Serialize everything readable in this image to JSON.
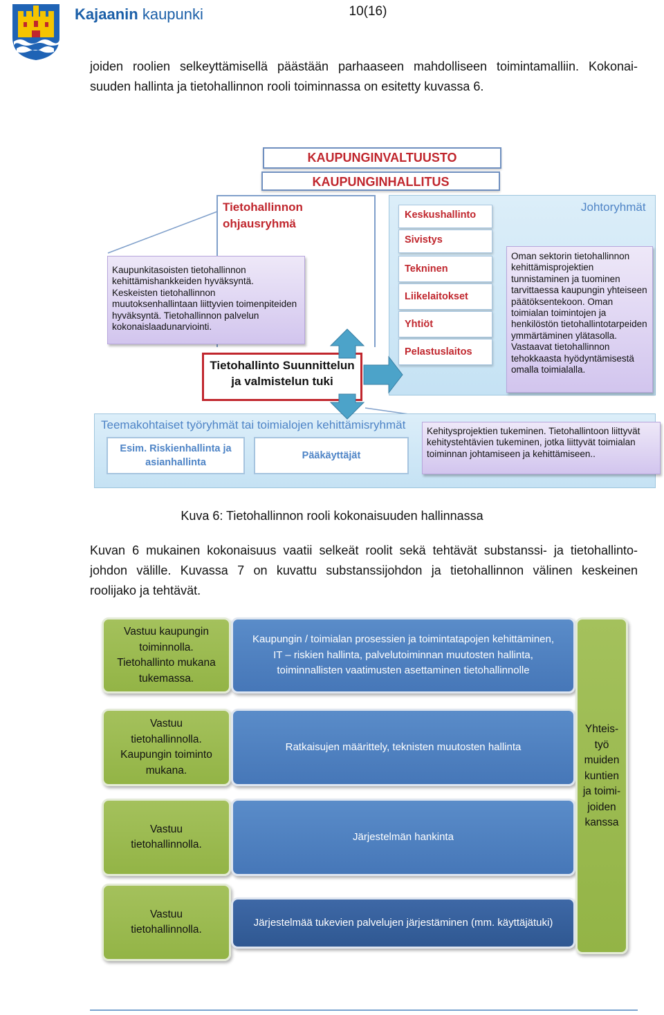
{
  "header": {
    "brand_bold": "Kajaanin",
    "brand_light": "kaupunki",
    "page_number": "10(16)"
  },
  "intro": {
    "line1": "joiden roolien selkeyttämisellä päästään parhaaseen mahdolliseen toimintamalliin. Kokonai-",
    "line2": "suuden hallinta ja tietohallinnon rooli toiminnassa on esitetty kuvassa 6."
  },
  "figure6": {
    "council": "KAUPUNGINVALTUUSTO",
    "board": "KAUPUNGINHALLITUS",
    "steering_group": "Tietohallinnon ohjausryhmä",
    "management_groups": "Johtoryhmät",
    "sectors": [
      "Keskushallinto",
      "Sivistys",
      "Tekninen",
      "Liikelaitokset",
      "Yhtiöt",
      "Pelastuslaitos"
    ],
    "steering_desc": "Kaupunkitasoisten tietohallinnon kehittämishankkeiden hyväksyntä. Keskeisten tietohallinnon muutoksenhallintaan liittyvien toimenpiteiden hyväksyntä. Tietohallinnon palvelun kokonaislaadunarviointi.",
    "sector_desc": "Oman sektorin tietohallinnon kehittämisprojektien tunnistaminen ja tuominen tarvittaessa kaupungin yhteiseen päätöksentekoon. Oman toimialan toimintojen ja henkilöstön tietohallintotarpeiden ymmärtäminen ylätasolla. Vastaavat tietohallinnon tehokkaasta hyödyntämisestä omalla toimialalla.",
    "it_support": "Tietohallinto Suunnittelun ja valmistelun tuki",
    "theme_groups": "Teemakohtaiset työryhmät tai toimialojen kehittämisryhmät",
    "example_group": "Esim. Riskienhallinta ja asianhallinta",
    "key_users": "Pääkäyttäjät",
    "project_desc": "Kehitysprojektien tukeminen. Tietohallintoon liittyvät kehitystehtävien tukeminen, jotka liittyvät toimialan toiminnan johtamiseen ja kehittämiseen.."
  },
  "caption6": "Kuva 6: Tietohallinnon rooli kokonaisuuden hallinnassa",
  "para2": {
    "line1": "Kuvan 6 mukainen kokonaisuus vaatii selkeät roolit sekä tehtävät substanssi- ja tietohallinto-",
    "line2": "johdon välille. Kuvassa 7 on kuvattu substanssijohdon ja tietohallinnon välinen keskeinen",
    "line3": "roolijako ja tehtävät."
  },
  "figure7": {
    "rows": [
      {
        "responsibility": "Vastuu kaupungin toiminnolla. Tietohallinto mukana tukemassa.",
        "task": "Kaupungin / toimialan prosessien ja toimintatapojen kehittäminen, IT – riskien hallinta, palvelutoiminnan muutosten hallinta, toiminnallisten vaatimusten asettaminen tietohallinnolle"
      },
      {
        "responsibility": "Vastuu tietohallinnolla. Kaupungin toiminto mukana.",
        "task": "Ratkaisujen määrittely, teknisten muutosten hallinta"
      },
      {
        "responsibility": "Vastuu tietohallinnolla.",
        "task": "Järjestelmän hankinta"
      },
      {
        "responsibility": "Vastuu tietohallinnolla.",
        "task": "Järjestelmää tukevien palvelujen järjestäminen (mm. käyttäjätuki)"
      }
    ],
    "cooperation": "Yhteis- työ muiden kuntien ja toimi- joiden kanssa"
  },
  "colors": {
    "brand": "#1b5fa8",
    "red": "#c0262d",
    "green": "#9bbb50",
    "blue": "#4f81bd"
  }
}
